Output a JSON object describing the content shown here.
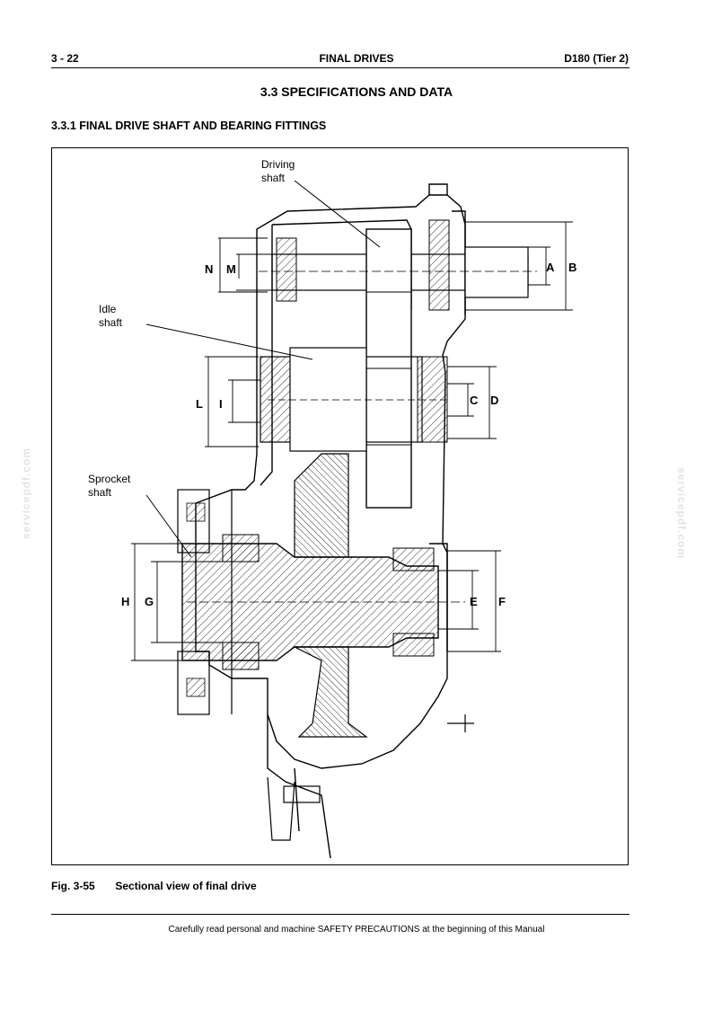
{
  "header": {
    "page_number": "3 - 22",
    "section": "FINAL DRIVES",
    "model": "D180 (Tier 2)"
  },
  "title": "3.3  SPECIFICATIONS AND DATA",
  "subtitle": "3.3.1  FINAL DRIVE SHAFT AND BEARING FITTINGS",
  "figure": {
    "callouts": {
      "driving_line1": "Driving",
      "driving_line2": "shaft",
      "idle_line1": "Idle",
      "idle_line2": "shaft",
      "sprocket_line1": "Sprocket",
      "sprocket_line2": "shaft"
    },
    "dimensions": {
      "A": "A",
      "B": "B",
      "C": "C",
      "D": "D",
      "E": "E",
      "F": "F",
      "G": "G",
      "H": "H",
      "I": "I",
      "L": "L",
      "M": "M",
      "N": "N"
    }
  },
  "caption": {
    "number": "Fig. 3-55",
    "text": "Sectional view of final drive"
  },
  "footer": "Carefully read personal and machine SAFETY PRECAUTIONS at the beginning of this Manual",
  "watermark": "servicepdf.com"
}
